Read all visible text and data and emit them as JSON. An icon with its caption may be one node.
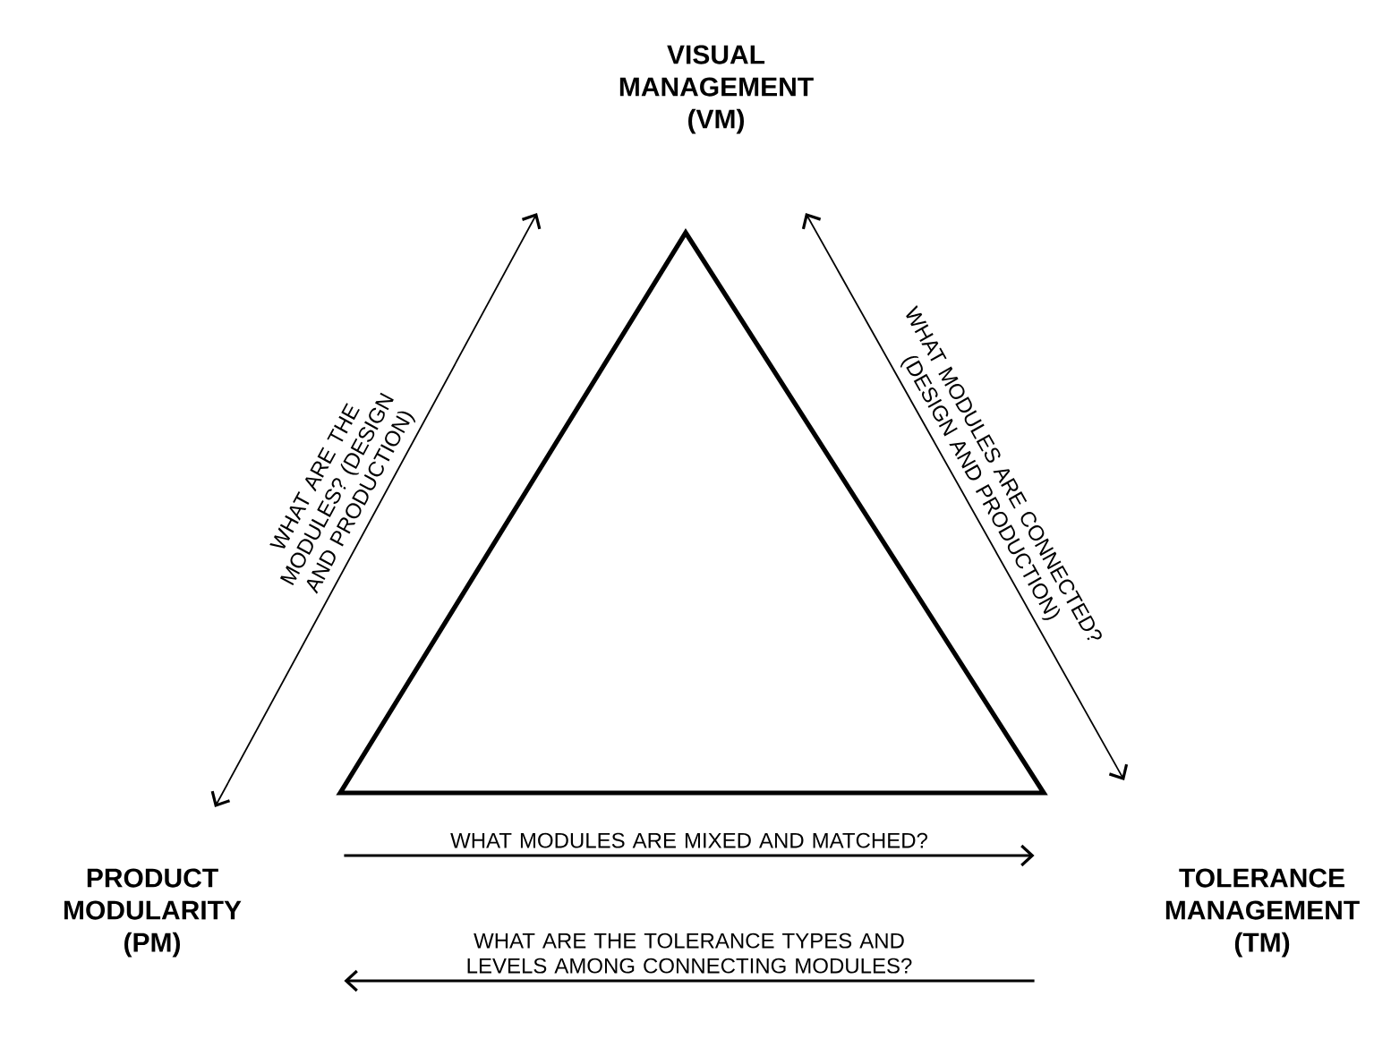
{
  "diagram": {
    "nodes": [
      {
        "text": [
          "VISUAL MANAGEMENT (VM)"
        ]
      },
      {
        "text": [
          "PRODUCT MODULARITY (PM)"
        ]
      },
      {
        "text": [
          "TOLERANCE MANAGEMENT (TM)"
        ]
      }
    ],
    "edges": [
      {
        "from": 1,
        "to": 0,
        "arrow": "both",
        "label": "WHAT ARE THE MODULES? (DESIGN AND PRODUCTION)"
      },
      {
        "from": 0,
        "to": 2,
        "arrow": "both",
        "label": "WHAT MODULES ARE CONNECTED? (DESIGN AND PRODUCTION)"
      },
      {
        "from": 1,
        "to": 2,
        "arrow": "to",
        "label": "WHAT MODULES ARE MIXED AND MATCHED?"
      },
      {
        "from": 2,
        "to": 1,
        "arrow": "to",
        "label": "WHAT ARE THE TOLERANCE TYPES AND LEVELS AMONG CONNECTING MODULES?"
      }
    ]
  }
}
